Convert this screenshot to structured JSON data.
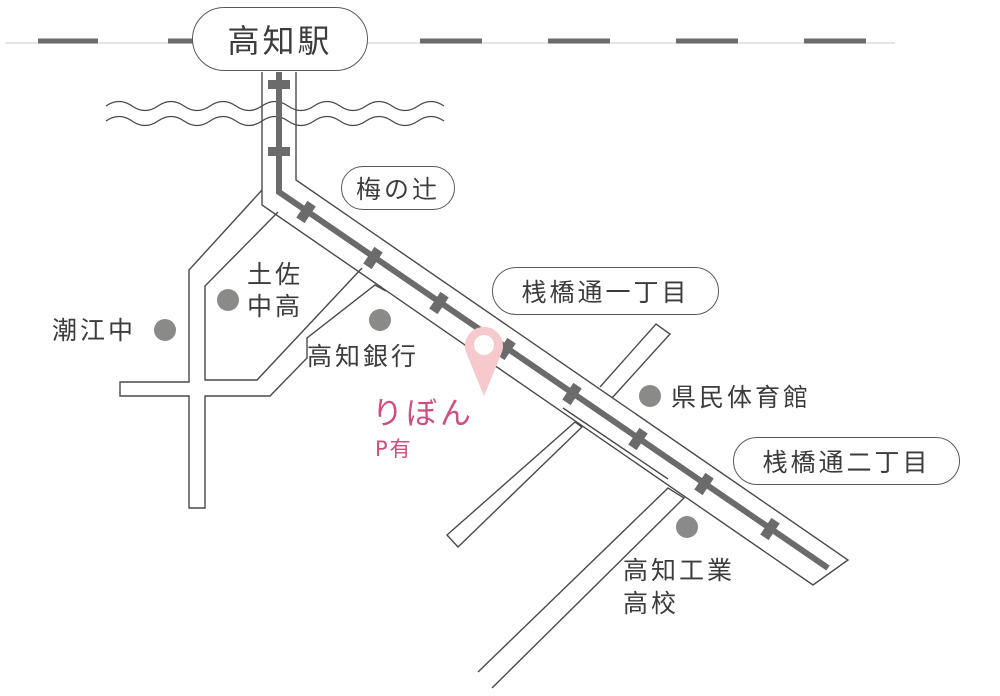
{
  "stations": {
    "kochi_station": "高知駅",
    "umenotsuji": "梅の辻",
    "sanbashi_1": "桟橋通一丁目",
    "sanbashi_2": "桟橋通二丁目"
  },
  "landmarks": {
    "tosa_line1": "土佐",
    "tosa_line2": "中高",
    "ushioe": "潮江中",
    "kochi_bank": "高知銀行",
    "kenmin": "県民体育館",
    "kogyo_line1": "高知工業",
    "kogyo_line2": "高校"
  },
  "shop": {
    "name": "りぼん",
    "parking": "P有"
  },
  "colors": {
    "tram": "#6b6b6b",
    "road_outline": "#4a4a4a",
    "landmark_dot": "#8a8a88",
    "pin": "#f6c9cc",
    "shop_text": "#cc4f80",
    "rail_dash": "#6b6b6b"
  }
}
